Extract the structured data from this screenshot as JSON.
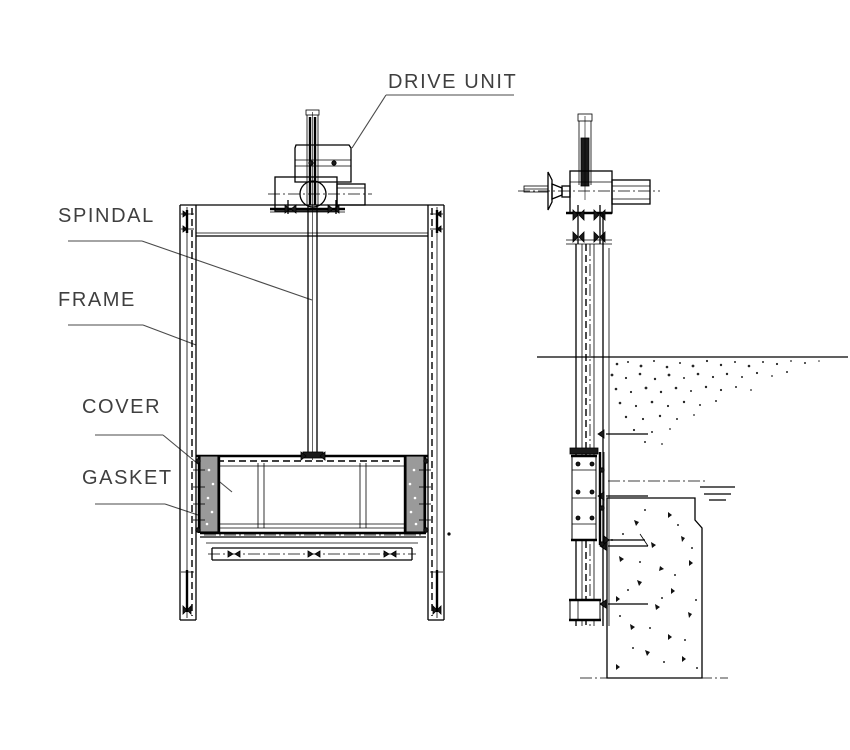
{
  "drawing": {
    "title": "Penstock / sluice gate assembly drawing",
    "views": [
      {
        "name": "front-elevation",
        "label": ""
      },
      {
        "name": "side-section",
        "label": ""
      }
    ],
    "labels": [
      {
        "id": "drive_unit",
        "text": "DRIVE UNIT",
        "name": "label-drive-unit"
      },
      {
        "id": "spindal",
        "text": "SPINDAL",
        "name": "label-spindal"
      },
      {
        "id": "frame",
        "text": "FRAME",
        "name": "label-frame"
      },
      {
        "id": "cover",
        "text": "COVER",
        "name": "label-cover"
      },
      {
        "id": "gasket",
        "text": "GASKET",
        "name": "label-gasket"
      }
    ],
    "colors": {
      "background": "#ffffff",
      "line": "#000000",
      "text": "#3f3f3f",
      "gasket_hatch": "#9a9a9a",
      "soil_hatch": "#262626",
      "leader": "#4a4a4a"
    },
    "symbols": [
      {
        "id": "water_level",
        "name": "water-level-symbol"
      },
      {
        "id": "ground_line",
        "name": "ground-line"
      },
      {
        "id": "handwheel",
        "name": "handwheel"
      },
      {
        "id": "motor",
        "name": "motor-housing"
      },
      {
        "id": "concrete",
        "name": "concrete-wall"
      }
    ]
  }
}
